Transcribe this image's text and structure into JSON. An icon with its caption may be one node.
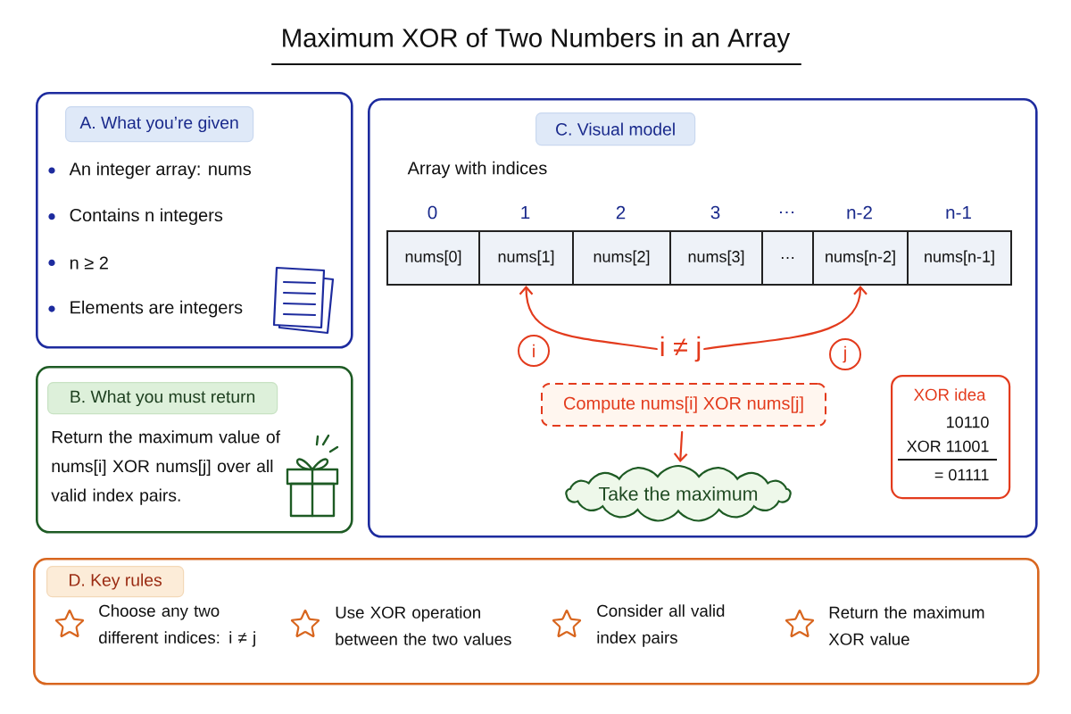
{
  "diagram": {
    "title": "Maximum XOR of Two Numbers in an Array",
    "nodes": [
      {
        "text": [
          "An integer array: nums",
          "Contains n integers",
          "n ≥ 2",
          "Elements are integers"
        ]
      },
      {
        "text": [
          "A. What you’re given"
        ],
        "in": 0
      },
      {
        "text": [
          "Return the maximum value of nums[i] XOR nums[j] over all valid index pairs."
        ]
      },
      {
        "text": [
          "B. What you must return"
        ],
        "in": 2
      },
      {
        "text": [
          "Array with indices"
        ]
      },
      {
        "text": [
          "C. Visual model"
        ],
        "in": 4
      },
      {
        "text": [
          "nums[0]"
        ],
        "beside": [
          "0"
        ],
        "in": 4
      },
      {
        "text": [
          "nums[1]"
        ],
        "beside": [
          "1"
        ],
        "in": 4
      },
      {
        "text": [
          "nums[2]"
        ],
        "beside": [
          "2"
        ],
        "in": 4
      },
      {
        "text": [
          "nums[3]"
        ],
        "beside": [
          "3"
        ],
        "in": 4
      },
      {
        "text": [
          "…"
        ],
        "beside": [
          "…"
        ],
        "in": 4
      },
      {
        "text": [
          "nums[n-2]"
        ],
        "beside": [
          "n-2"
        ],
        "in": 4
      },
      {
        "text": [
          "nums[n-1]"
        ],
        "beside": [
          "n-1"
        ],
        "in": 4
      },
      {
        "text": [
          "i ≠ j"
        ],
        "in": 4
      },
      {
        "text": [
          "i"
        ],
        "in": 4
      },
      {
        "text": [
          "j"
        ],
        "in": 4
      },
      {
        "text": [
          "Compute nums[i] XOR nums[j]"
        ],
        "in": 4
      },
      {
        "text": [
          "Take the maximum"
        ],
        "in": 4
      },
      {
        "text": [
          "XOR idea",
          "10110",
          "XOR 11001",
          "= 01111"
        ],
        "in": 4
      },
      {
        "text": [
          "Choose any two different indices: i ≠ j",
          "Use XOR operation between the two values",
          "Consider all valid index pairs",
          "Return the maximum XOR value"
        ]
      },
      {
        "text": [
          "D. Key rules"
        ],
        "in": 19
      }
    ],
    "edges": [
      {
        "from": 13,
        "to": 7,
        "arrow": "to"
      },
      {
        "from": 13,
        "to": 11,
        "arrow": "to"
      },
      {
        "from": 16,
        "to": 17,
        "arrow": "to"
      }
    ]
  }
}
